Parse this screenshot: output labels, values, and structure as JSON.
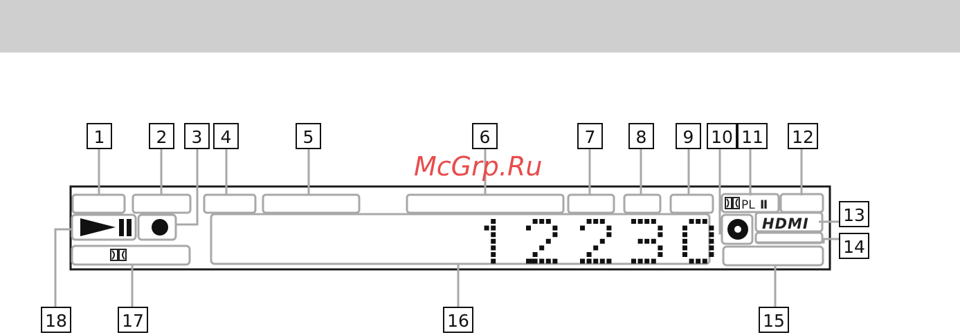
{
  "watermark": "McGrp.Ru",
  "callouts": [
    "1",
    "2",
    "3",
    "4",
    "5",
    "6",
    "7",
    "8",
    "9",
    "10",
    "11",
    "12",
    "13",
    "14",
    "15",
    "16",
    "17",
    "18"
  ],
  "display": {
    "readout": "1.2230",
    "dolby_logo": "DD",
    "prologic_logo": "DDPL II",
    "hdmi_logo": "HDMI"
  },
  "colors": {
    "header_band": "#cfcfcf",
    "segment_gray": "#a8a8a8",
    "watermark": "#e84c4c",
    "ink": "#111111"
  }
}
